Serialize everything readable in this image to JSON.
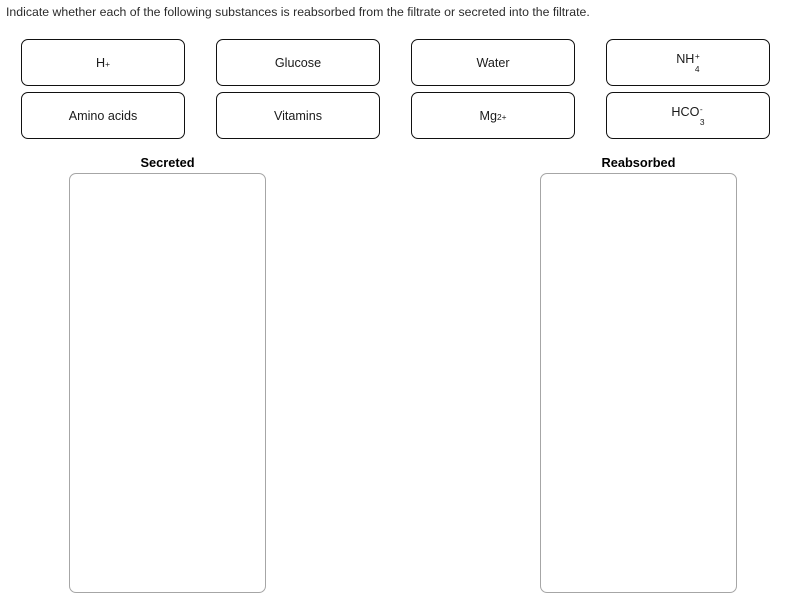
{
  "prompt": "Indicate whether each of the following substances is reabsorbed from the filtrate or secreted into the filtrate.",
  "tiles": [
    {
      "id": "hydrogen-ion",
      "base": "H",
      "sup": "+",
      "sub": "",
      "plain": ""
    },
    {
      "id": "glucose",
      "base": "",
      "sup": "",
      "sub": "",
      "plain": "Glucose"
    },
    {
      "id": "water",
      "base": "",
      "sup": "",
      "sub": "",
      "plain": "Water"
    },
    {
      "id": "ammonium",
      "base": "NH",
      "sup": "+",
      "sub": "4",
      "plain": ""
    },
    {
      "id": "amino-acids",
      "base": "",
      "sup": "",
      "sub": "",
      "plain": "Amino acids"
    },
    {
      "id": "vitamins",
      "base": "",
      "sup": "",
      "sub": "",
      "plain": "Vitamins"
    },
    {
      "id": "magnesium-ion",
      "base": "Mg",
      "sup": "2+",
      "sub": "",
      "plain": ""
    },
    {
      "id": "bicarbonate",
      "base": "HCO",
      "sup": "-",
      "sub": "3",
      "plain": ""
    }
  ],
  "zones": [
    {
      "id": "secreted",
      "label": "Secreted"
    },
    {
      "id": "reabsorbed",
      "label": "Reabsorbed"
    }
  ],
  "colors": {
    "tile_border": "#111111",
    "dropzone_border": "#a6a6a6",
    "text": "#231f20",
    "background": "#ffffff"
  }
}
